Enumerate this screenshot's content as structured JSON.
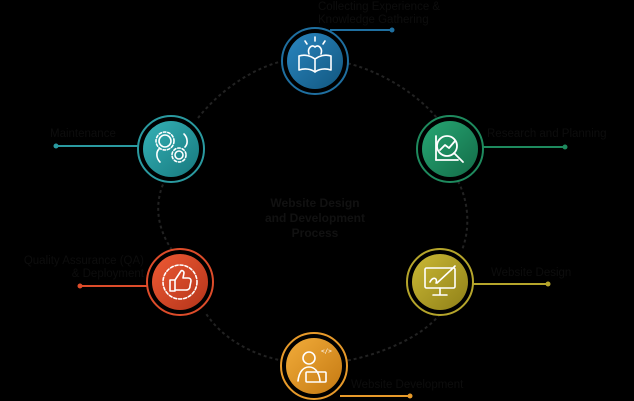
{
  "center": {
    "title_lines": [
      "Website Design",
      "and Development",
      "Process"
    ]
  },
  "steps": [
    {
      "label_lines": [
        "Collecting Experience &",
        "Knowledge Gathering"
      ],
      "color": "#1f6fa0",
      "icon": "open-book-brain-icon"
    },
    {
      "label_lines": [
        "Research and Planning"
      ],
      "color": "#1e8a5e",
      "icon": "analytics-magnifier-icon"
    },
    {
      "label_lines": [
        "Website Design"
      ],
      "color": "#b5a52b",
      "icon": "monitor-pen-design-icon"
    },
    {
      "label_lines": [
        "Website Development"
      ],
      "color": "#e79a2a",
      "icon": "developer-at-laptop-icon"
    },
    {
      "label_lines": [
        "Quality Assurance (QA)",
        "& Deployment"
      ],
      "color": "#dd4c2a",
      "icon": "thumbs-up-badge-icon"
    },
    {
      "label_lines": [
        "Maintenance"
      ],
      "color": "#2a9aa0",
      "icon": "gears-maintenance-icon"
    }
  ],
  "colors": {
    "background": "#000000",
    "ring": "#222222",
    "label_text": "#0d0d0d"
  }
}
